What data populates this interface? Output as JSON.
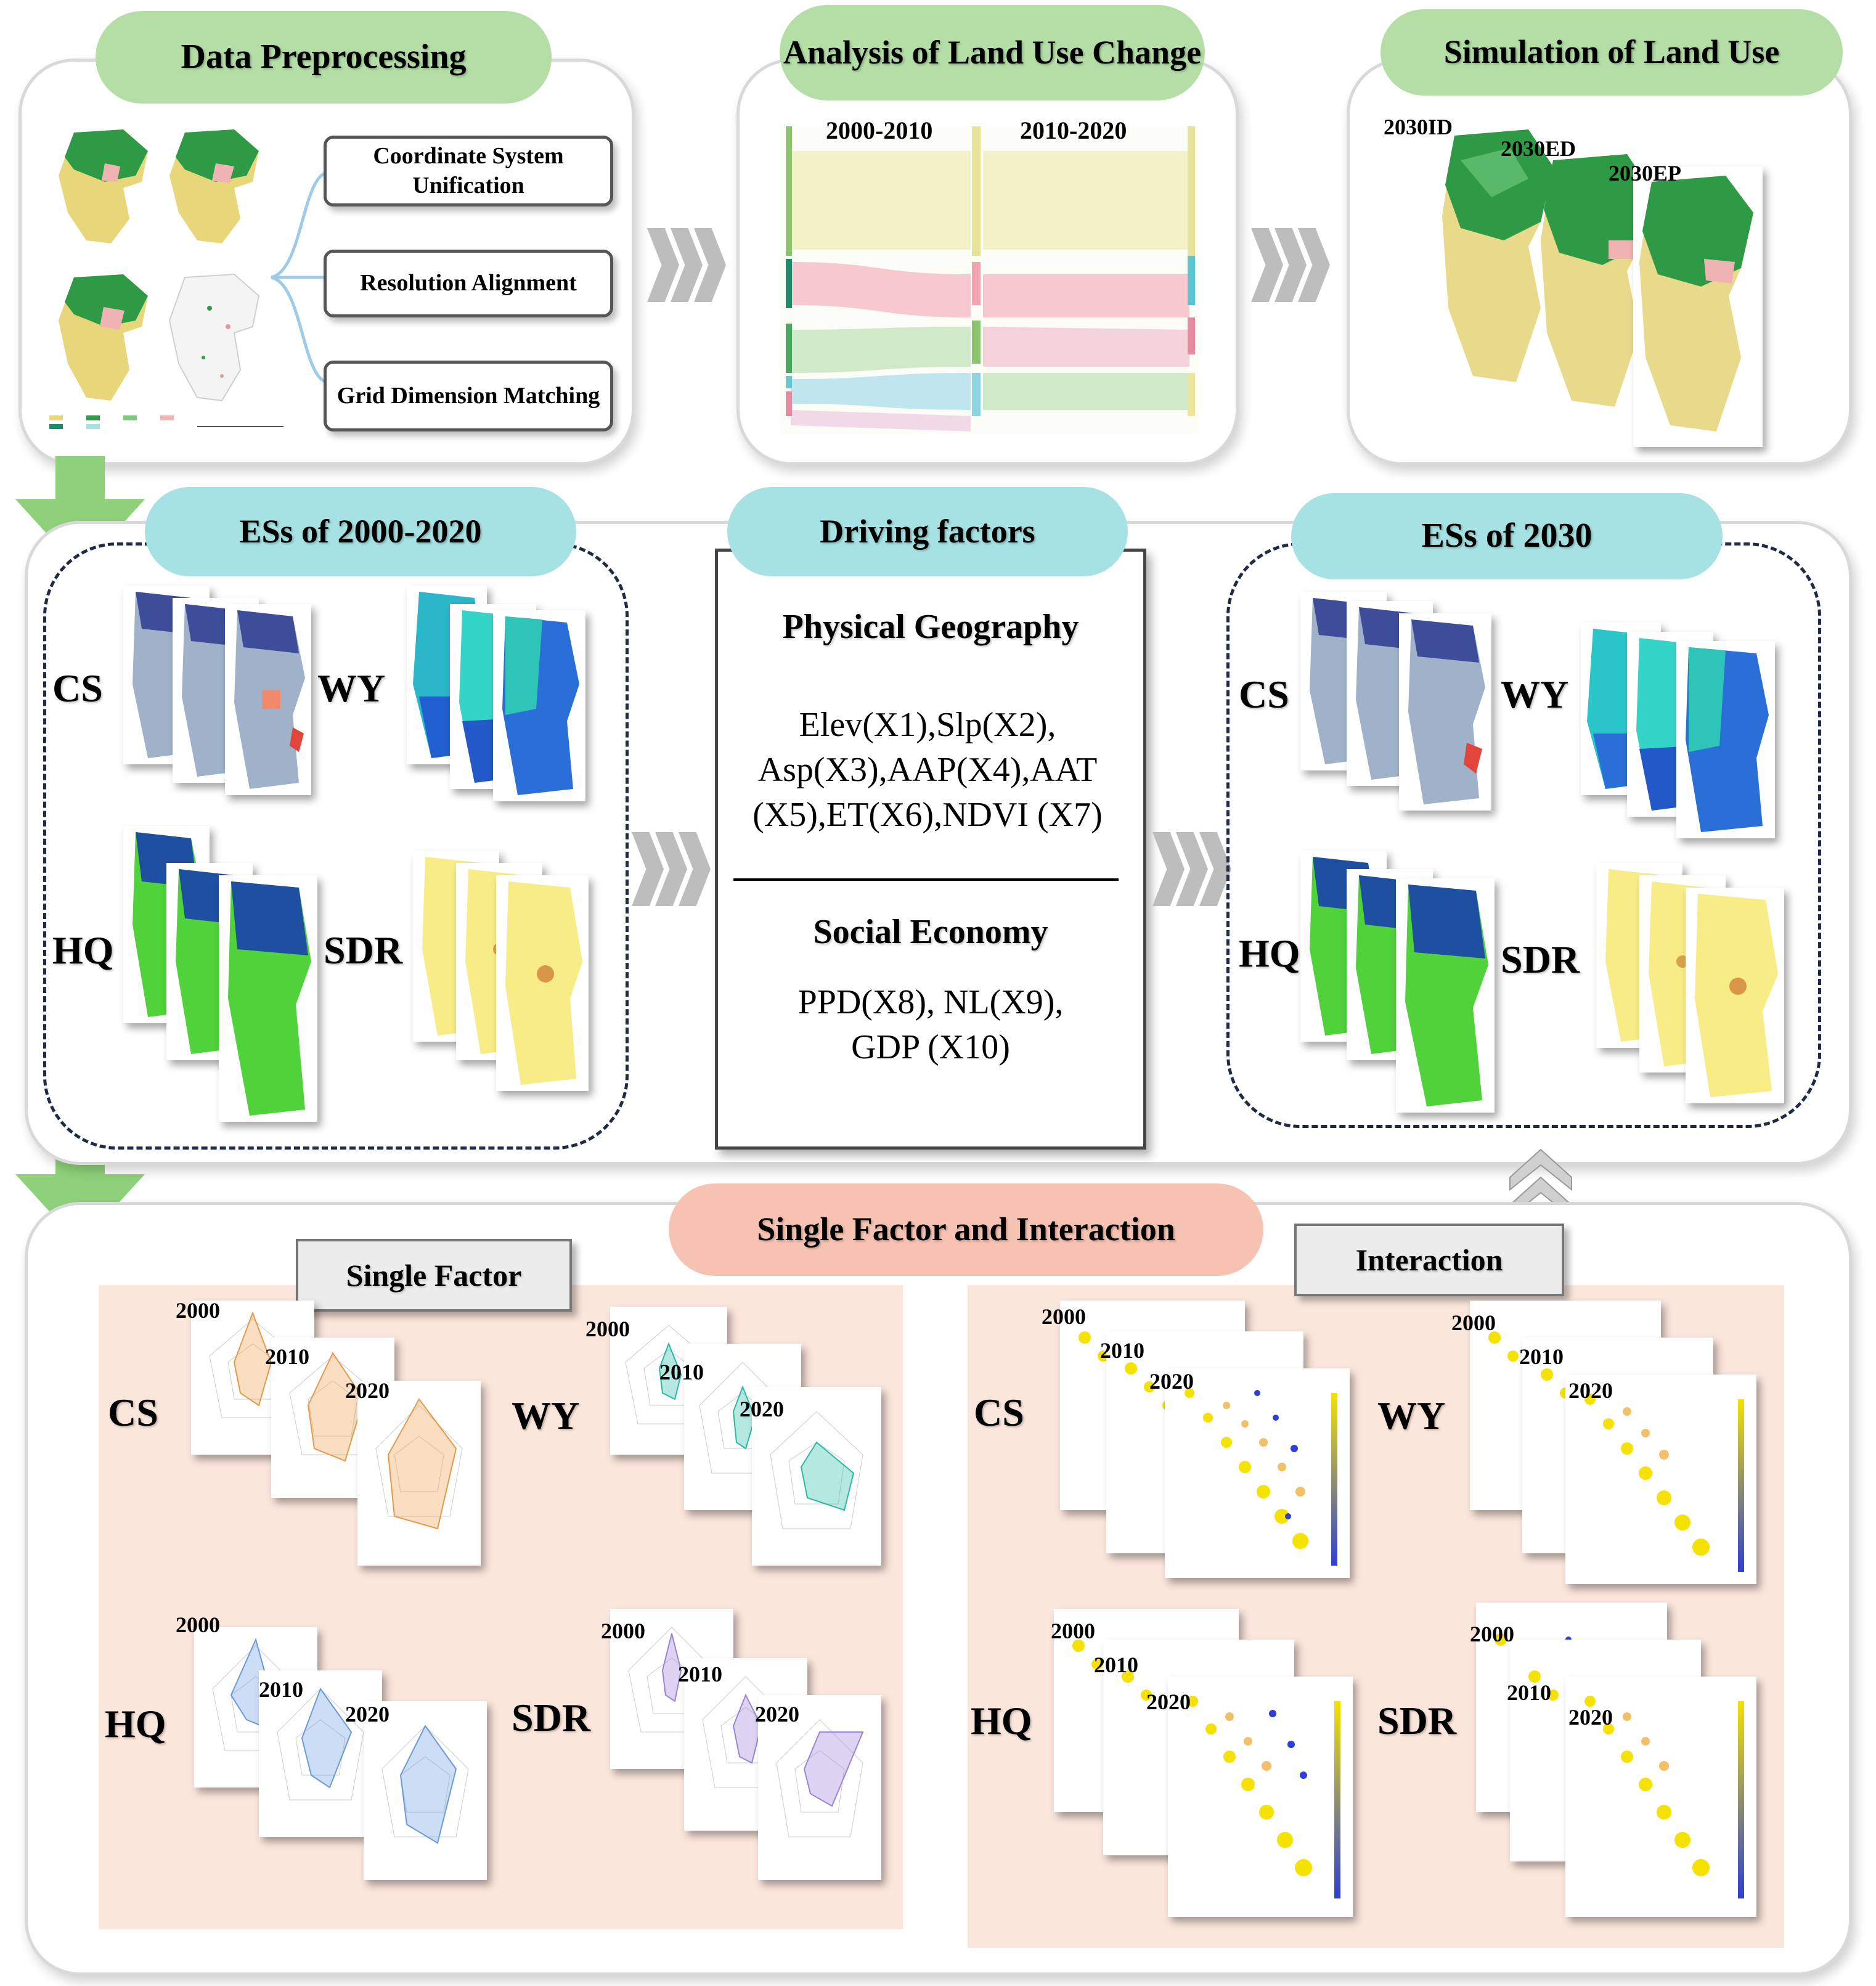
{
  "top": {
    "preprocessing": {
      "title": "Data Preprocessing",
      "steps": [
        "Coordinate System Unification",
        "Resolution Alignment",
        "Grid Dimension Matching"
      ]
    },
    "analysis": {
      "title": "Analysis of Land Use Change",
      "periods": [
        "2000-2010",
        "2010-2020"
      ]
    },
    "simulation": {
      "title": "Simulation of Land Use",
      "scenarios": [
        "2030ID",
        "2030ED",
        "2030EP"
      ]
    }
  },
  "middle": {
    "es_past": {
      "title": "ESs of 2000-2020",
      "labels": [
        "CS",
        "WY",
        "HQ",
        "SDR"
      ]
    },
    "drivers": {
      "title": "Driving factors",
      "physical_title": "Physical Geography",
      "physical_text": "Elev(X1),Slp(X2), Asp(X3),AAP(X4),AAT (X5),ET(X6),NDVI (X7)",
      "social_title": "Social Economy",
      "social_text": "PPD(X8), NL(X9), GDP (X10)"
    },
    "es_future": {
      "title": "ESs of 2030",
      "labels": [
        "CS",
        "WY",
        "HQ",
        "SDR"
      ]
    }
  },
  "bottom": {
    "title": "Single Factor and Interaction",
    "single_factor": {
      "title": "Single Factor",
      "labels": [
        "CS",
        "WY",
        "HQ",
        "SDR"
      ],
      "years": [
        "2000",
        "2010",
        "2020"
      ]
    },
    "interaction": {
      "title": "Interaction",
      "labels": [
        "CS",
        "WY",
        "HQ",
        "SDR"
      ],
      "years": [
        "2000",
        "2010",
        "2020"
      ]
    }
  },
  "colors": {
    "green_pill": "#b4dea6",
    "cyan_pill": "#a6e2e3",
    "salmon_pill": "#f6c3b3",
    "arrow_green": "#8fd17a",
    "single_bg": "#fbe6dc",
    "interaction_bg": "#fbe6dc"
  }
}
